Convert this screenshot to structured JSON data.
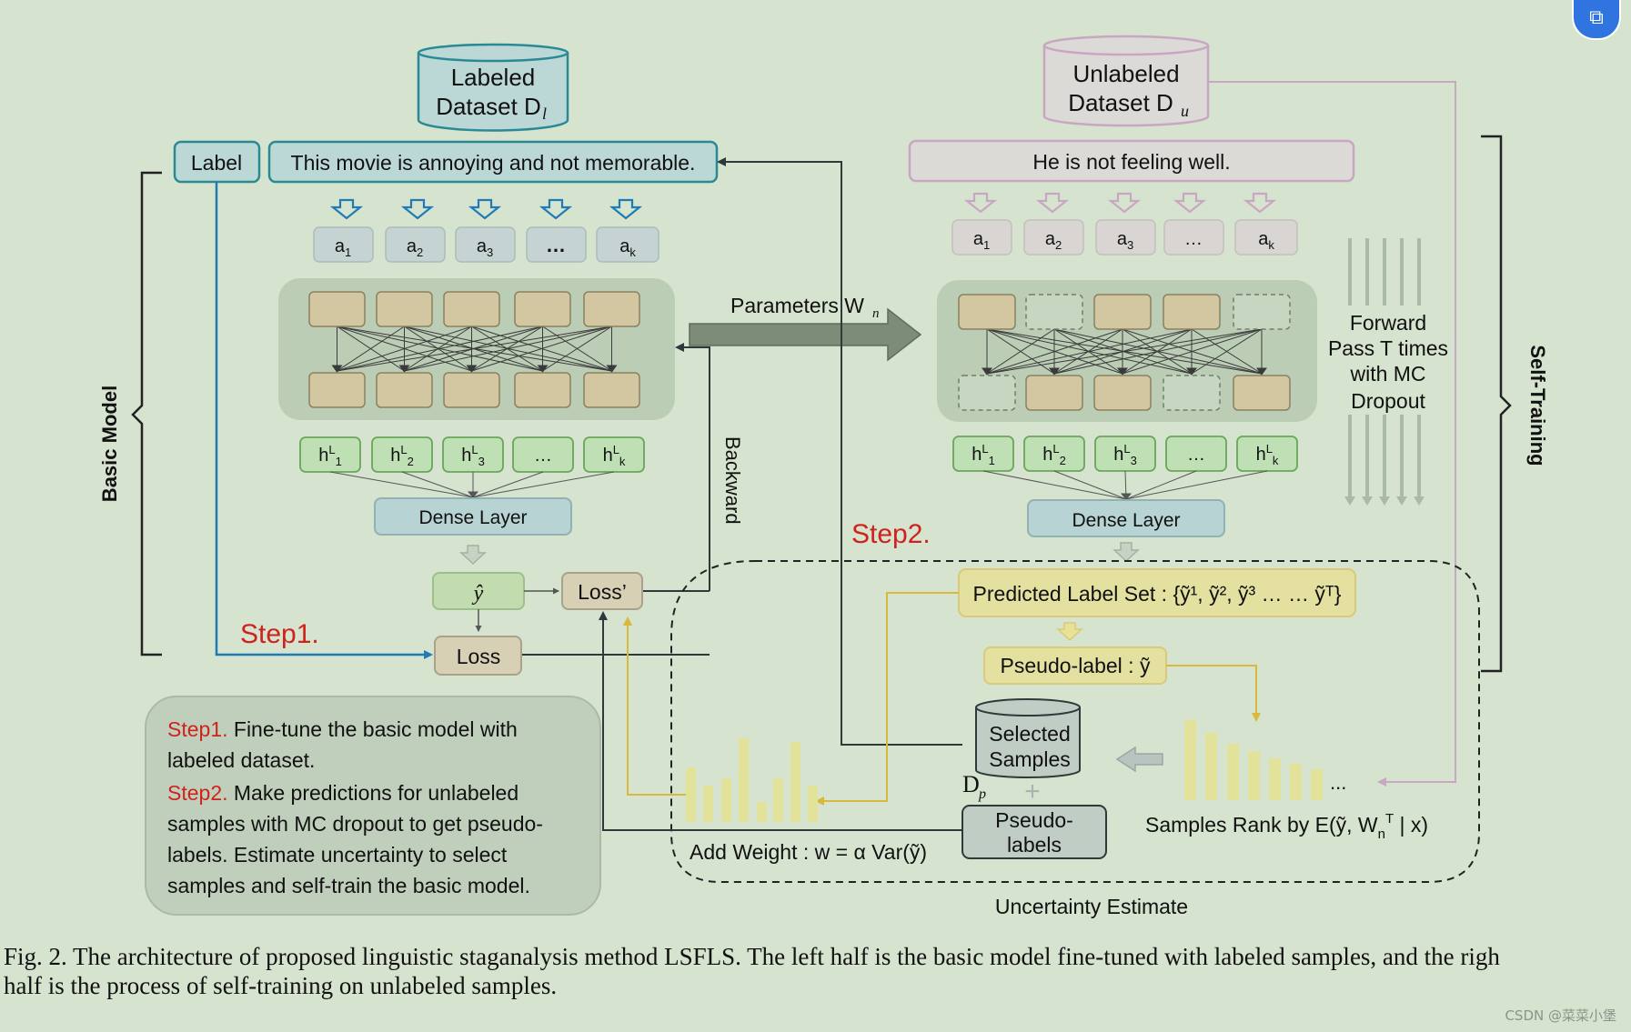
{
  "labeled_dataset": {
    "line1": "Labeled",
    "line2": "Dataset D",
    "sub": "l"
  },
  "unlabeled_dataset": {
    "line1": "Unlabeled",
    "line2": "Dataset D",
    "sub": "u"
  },
  "label_box": "Label",
  "left_sentence": "This movie is annoying and not memorable.",
  "right_sentence": "He is not feeling well.",
  "tokens_left": [
    "a1",
    "a2",
    "a3",
    "…",
    "ak"
  ],
  "tokens_right": [
    "a1",
    "a2",
    "a3",
    "…",
    "ak"
  ],
  "hidden_left": [
    "hL1",
    "hL2",
    "hL3",
    "…",
    "hLk"
  ],
  "hidden_right": [
    "hL1",
    "hL2",
    "hL3",
    "…",
    "hLk"
  ],
  "dense_left": "Dense Layer",
  "dense_right": "Dense Layer",
  "parameters_label": "Parameters W",
  "parameters_sub": "n",
  "backward_label": "Backward",
  "forward_pass": [
    "Forward",
    "Pass T times",
    "with MC",
    "Dropout"
  ],
  "basic_model_label": "Basic Model",
  "self_training_label": "Self-Training",
  "y_hat": "ŷ",
  "loss_prime": "Loss’",
  "loss": "Loss",
  "step1_label": "Step1.",
  "step2_label": "Step2.",
  "predicted_label_set": "Predicted Label Set : {ỹ¹, ỹ², ỹ³ … … ỹᵀ}",
  "pseudo_label_text": "Pseudo-label :  ỹ",
  "selected_samples": [
    "Selected",
    "Samples"
  ],
  "dp_label": "D",
  "dp_sub": "p",
  "plus_sign": "+",
  "pseudo_labels_box": [
    "Pseudo-",
    "labels"
  ],
  "samples_rank": "Samples Rank by E(ỹ, W",
  "samples_rank_sub": "n",
  "samples_rank_sup": "T",
  "samples_rank_tail": " | x)",
  "ellipsis": "...",
  "add_weight": "Add Weight : w = α Var(ỹ)",
  "uncertainty_estimate": "Uncertainty Estimate",
  "note": {
    "step1_tag": "Step1.",
    "step1_line1": " Fine-tune the basic model with",
    "step1_line2": "labeled dataset.",
    "step2_tag": "Step2.",
    "step2_line1": "  Make  predictions  for  unlabeled",
    "step2_line2": "samples with MC dropout to get pseudo-",
    "step2_line3": "labels.  Estimate  uncertainty  to  select",
    "step2_line4": "samples and self-train the basic model."
  },
  "caption": {
    "line1": "Fig. 2.    The architecture of proposed linguistic staganalysis method LSFLS. The left half is the basic model fine-tuned with labeled samples, and the righ",
    "line2": "half is the process of self-training on unlabeled samples."
  },
  "watermark": "CSDN @菜菜小堡",
  "corner_icon": "screen-share-icon",
  "colors": {
    "background": "#d5e3cf",
    "teal_box_fill": "#bcd8d6",
    "teal_box_stroke": "#2a8a94",
    "pink_box_fill": "#dcdad6",
    "pink_box_stroke": "#c9a6c2",
    "green_box_fill": "#bfe0b4",
    "green_box_stroke": "#6aa65a",
    "node_fill": "#d3c7a1",
    "yellow_box_fill": "#e3e0a0",
    "yellow_line": "#d8b93b",
    "step_red": "#d0221d",
    "bar_fill": "#e3e29a"
  }
}
